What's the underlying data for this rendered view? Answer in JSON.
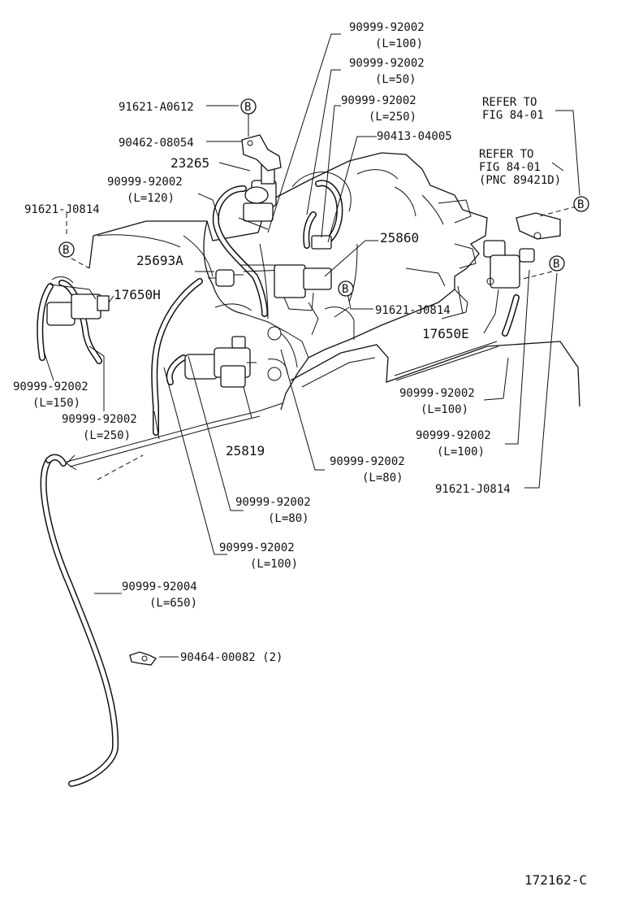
{
  "labels": {
    "l_90999_92002_a": "90999-92002",
    "l_len_100_a": "(L=100)",
    "l_90999_92002_b": "90999-92002",
    "l_len_50": "(L=50)",
    "l_91621_a0612": "91621-A0612",
    "l_90999_92002_c": "90999-92002",
    "l_len_250_a": "(L=250)",
    "l_90413_04005": "90413-04005",
    "l_90462_08054": "90462-08054",
    "l_23265": "23265",
    "l_90999_92002_d": "90999-92002",
    "l_len_120": "(L=120)",
    "l_91621_j0814_a": "91621-J0814",
    "l_25860": "25860",
    "l_25693a": "25693A",
    "l_17650h": "17650H",
    "l_91621_j0814_b": "91621-J0814",
    "l_17650e": "17650E",
    "l_90999_92002_e": "90999-92002",
    "l_len_150": "(L=150)",
    "l_90999_92002_f": "90999-92002",
    "l_len_250_b": "(L=250)",
    "l_25819": "25819",
    "l_90999_92002_g": "90999-92002",
    "l_len_100_b": "(L=100)",
    "l_90999_92002_h": "90999-92002",
    "l_len_100_c": "(L=100)",
    "l_90999_92002_i": "90999-92002",
    "l_len_80_a": "(L=80)",
    "l_91621_j0814_c": "91621-J0814",
    "l_90999_92002_j": "90999-92002",
    "l_len_80_b": "(L=80)",
    "l_90999_92002_k": "90999-92002",
    "l_len_100_d": "(L=100)",
    "l_90999_92004": "90999-92004",
    "l_len_650": "(L=650)",
    "l_90464_00082": "90464-00082 (2)",
    "refer1_line1": "REFER TO",
    "refer1_line2": "FIG 84-01",
    "refer2_line1": "REFER TO",
    "refer2_line2": "FIG 84-01",
    "refer2_line3": "(PNC 89421D)",
    "figure_code": "172162-C"
  },
  "markers": {
    "b": "B"
  }
}
